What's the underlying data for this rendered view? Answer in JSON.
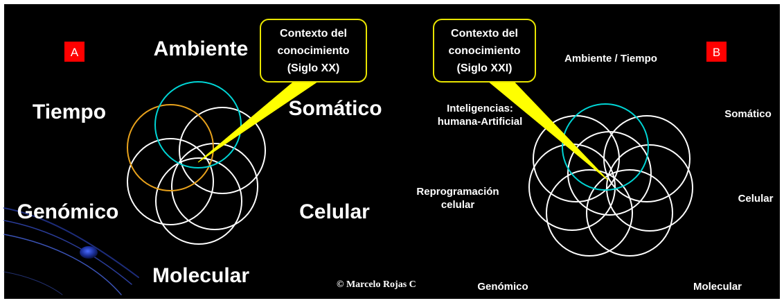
{
  "diagram_a": {
    "badge": "A",
    "labels": {
      "ambiente": "Ambiente",
      "tiempo": "Tiempo",
      "somatico": "Somático",
      "genomico": "Genómico",
      "celular": "Celular",
      "molecular": "Molecular"
    },
    "callout": {
      "line1": "Contexto del",
      "line2": "conocimiento",
      "line3": "(Siglo XX)"
    },
    "circle_count": 6
  },
  "diagram_b": {
    "badge": "B",
    "labels": {
      "ambiente_tiempo": "Ambiente / Tiempo",
      "inteligencias_1": "Inteligencias:",
      "inteligencias_2": "humana-Artificial",
      "somatico": "Somático",
      "reprogramacion_1": "Reprogramación",
      "reprogramacion_2": "celular",
      "celular": "Celular",
      "genomico": "Genómico",
      "molecular": "Molecular"
    },
    "callout": {
      "line1": "Contexto del",
      "line2": "conocimiento",
      "line3": "(Siglo XXI)"
    },
    "circle_count": 8
  },
  "copyright": "© Marcelo Rojas C",
  "colors": {
    "background": "#000000",
    "badge": "#ff0000",
    "callout_border": "#e8e400",
    "callout_pointer": "#ffff00",
    "circle_default": "#ffffff",
    "circle_highlight_cyan": "#00d5d5",
    "circle_highlight_orange": "#e8a21c"
  }
}
